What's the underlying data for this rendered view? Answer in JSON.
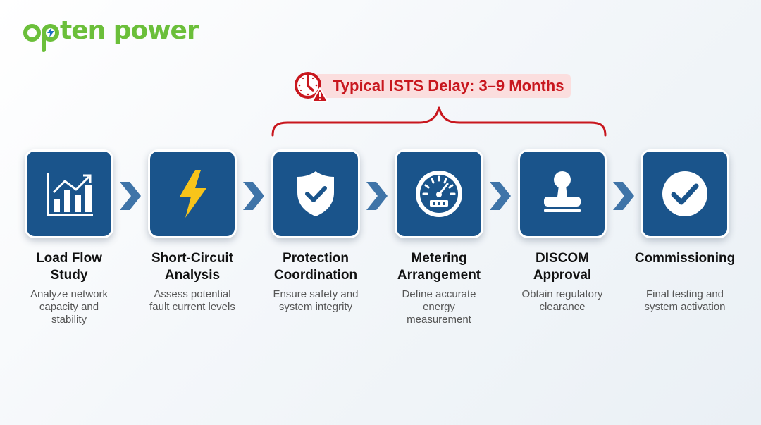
{
  "logo": {
    "text": "ten power",
    "prefix_letter": "o",
    "brand_color": "#6bbf3a"
  },
  "delay_callout": {
    "label": "Typical ISTS Delay: 3–9 Months",
    "icon": "clock-warning-icon",
    "color": "#c8171e",
    "background": "#fbdede",
    "spans_steps": [
      "Protection Coordination",
      "Metering Arrangement",
      "DISCOM Approval"
    ]
  },
  "colors": {
    "card": "#1a548b",
    "chevron": "#3f74a8",
    "bolt": "#f7c41a"
  },
  "steps": [
    {
      "title_line1": "Load Flow",
      "title_line2": "Study",
      "desc_line1": "Analyze network",
      "desc_line2": "capacity and",
      "desc_line3": "stability",
      "icon": "bar-chart-trend-icon"
    },
    {
      "title_line1": "Short-Circuit",
      "title_line2": "Analysis",
      "desc_line1": "Assess potential",
      "desc_line2": "fault current levels",
      "desc_line3": "",
      "icon": "lightning-bolt-icon"
    },
    {
      "title_line1": "Protection",
      "title_line2": "Coordination",
      "desc_line1": "Ensure safety and",
      "desc_line2": "system integrity",
      "desc_line3": "",
      "icon": "shield-check-icon"
    },
    {
      "title_line1": "Metering",
      "title_line2": "Arrangement",
      "desc_line1": "Define accurate",
      "desc_line2": "energy",
      "desc_line3": "measurement",
      "icon": "meter-gauge-icon"
    },
    {
      "title_line1": "DISCOM",
      "title_line2": "Approval",
      "desc_line1": "Obtain regulatory",
      "desc_line2": "clearance",
      "desc_line3": "",
      "icon": "stamp-icon"
    },
    {
      "title_line1": "Commissioning",
      "title_line2": "",
      "desc_line1": "",
      "desc_line2": "Final testing and",
      "desc_line3": "system activation",
      "icon": "check-circle-icon"
    }
  ]
}
